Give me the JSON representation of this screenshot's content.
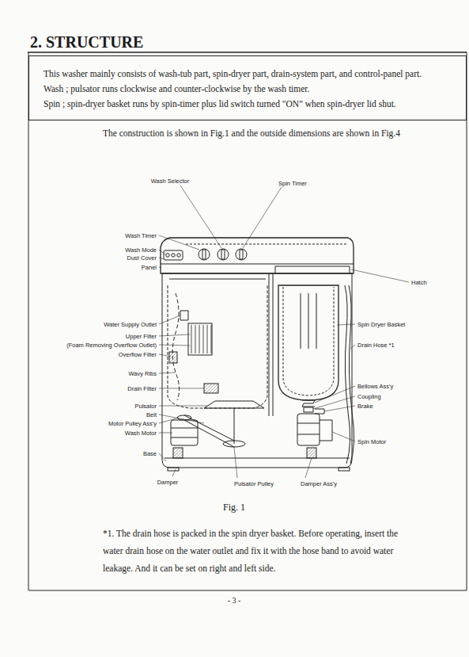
{
  "diagram": {
    "title": "2. STRUCTURE",
    "caption": "Fig. 1",
    "nodes": [
      {
        "text": [
          "This washer mainly consists of wash-tub part, spin-dryer part, drain-system part, and control-panel part.",
          "Wash ; pulsator runs clockwise and counter-clockwise by the wash timer.",
          "Spin ; spin-dryer basket runs by spin-timer plus lid switch turned \"ON\" when spin-dryer lid shut."
        ]
      }
    ],
    "labels": [
      "The construction is shown in Fig.1 and the outside dimensions are shown in Fig.4",
      "Wash Selector",
      "Spin Timer",
      "Wash Timer",
      "Wash Mode",
      "Dust Cover",
      "Panel",
      "Hatch",
      "Water Supply Outlet",
      "Spin Dryer Basket",
      "Upper Filter",
      "(Foam Removing Overflow Outlet)",
      "Drain Hose *1",
      "Overflow Filter",
      "Wavy Ribs",
      "Bellows Ass'y",
      "Drain Filter",
      "Coupling",
      "Pulsator",
      "Brake",
      "Belt",
      "Motor Pulley Ass'y",
      "Wash Motor",
      "Spin Motor",
      "Base",
      "Damper",
      "Pulsator Pulley",
      "Damper Ass'y",
      "*1. The drain hose is packed in the spin dryer basket. Before operating, insert the water drain hose on the water outlet and fix it with the hose band to avoid water leakage. And it can be set on right and left side.",
      "- 3 -"
    ]
  }
}
